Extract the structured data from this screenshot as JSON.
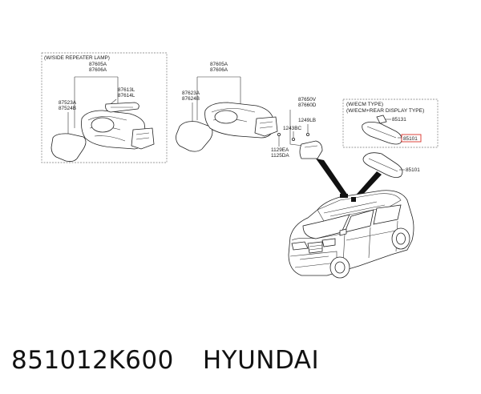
{
  "left_group": {
    "note": "(W/SIDE REPEATER LAMP)",
    "label_top_1": "87605A",
    "label_top_2": "87606A",
    "label_lamp_1": "87613L",
    "label_lamp_2": "87614L",
    "label_glass_1": "87523A",
    "label_glass_2": "87524B"
  },
  "middle_group": {
    "label_top_1": "87605A",
    "label_top_2": "87606A",
    "label_glass_1": "87623A",
    "label_glass_2": "87624B"
  },
  "inside_mirror": {
    "label_cover_1": "87650V",
    "label_cover_2": "87660D",
    "label_1249": "1249LB",
    "label_1243": "1243BC",
    "label_bolt_1": "1129EA",
    "label_bolt_2": "1125DA"
  },
  "ecm_box": {
    "note_1": "(W/ECM TYPE)",
    "note_2": "(W/ECM+REAR DISPLAY TYPE)",
    "label_85131": "85131",
    "label_highlight": "85101"
  },
  "main_mirror": {
    "label": "85101"
  },
  "caption": {
    "part_number": "851012K600",
    "brand": "HYUNDAI"
  },
  "colors": {
    "highlight": "#d9302a",
    "ink": "#222222",
    "dash": "#777777"
  }
}
